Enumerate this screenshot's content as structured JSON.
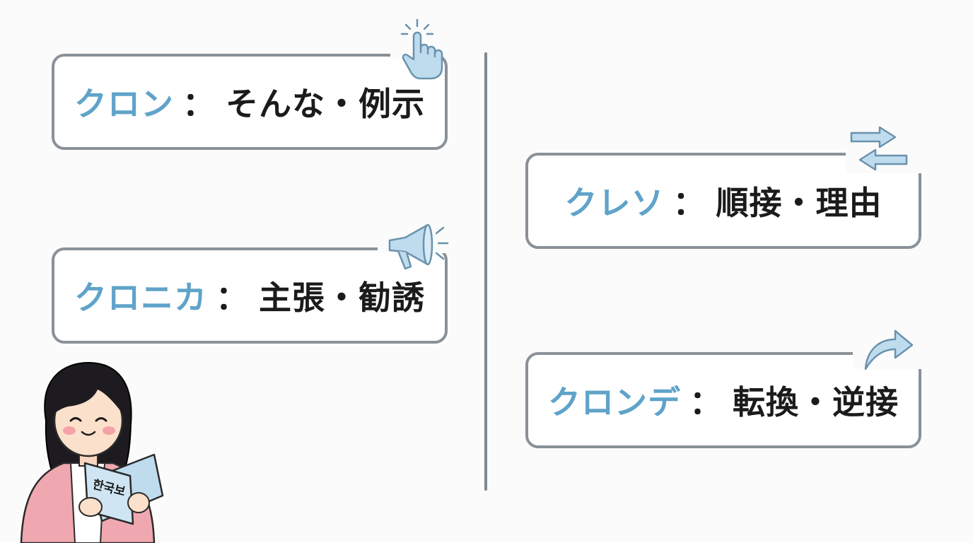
{
  "cards": [
    {
      "term": "クロン",
      "sep": "：",
      "meaning": "そんな・例示",
      "icon": "pointing-hand-icon"
    },
    {
      "term": "クロニカ",
      "sep": "：",
      "meaning": "主張・勧誘",
      "icon": "megaphone-icon"
    },
    {
      "term": "クレソ",
      "sep": "：",
      "meaning": "順接・理由",
      "icon": "exchange-arrows-icon"
    },
    {
      "term": "クロンデ",
      "sep": "：",
      "meaning": "転換・逆接",
      "icon": "curved-arrow-icon"
    }
  ],
  "book_cover_text": "한국보",
  "colors": {
    "term": "#5fa3c9",
    "text": "#1b1b1b",
    "border": "#8a9198",
    "icon_fill": "#bfdcef",
    "icon_stroke": "#6a92ad",
    "jacket": "#f0a8b0"
  }
}
